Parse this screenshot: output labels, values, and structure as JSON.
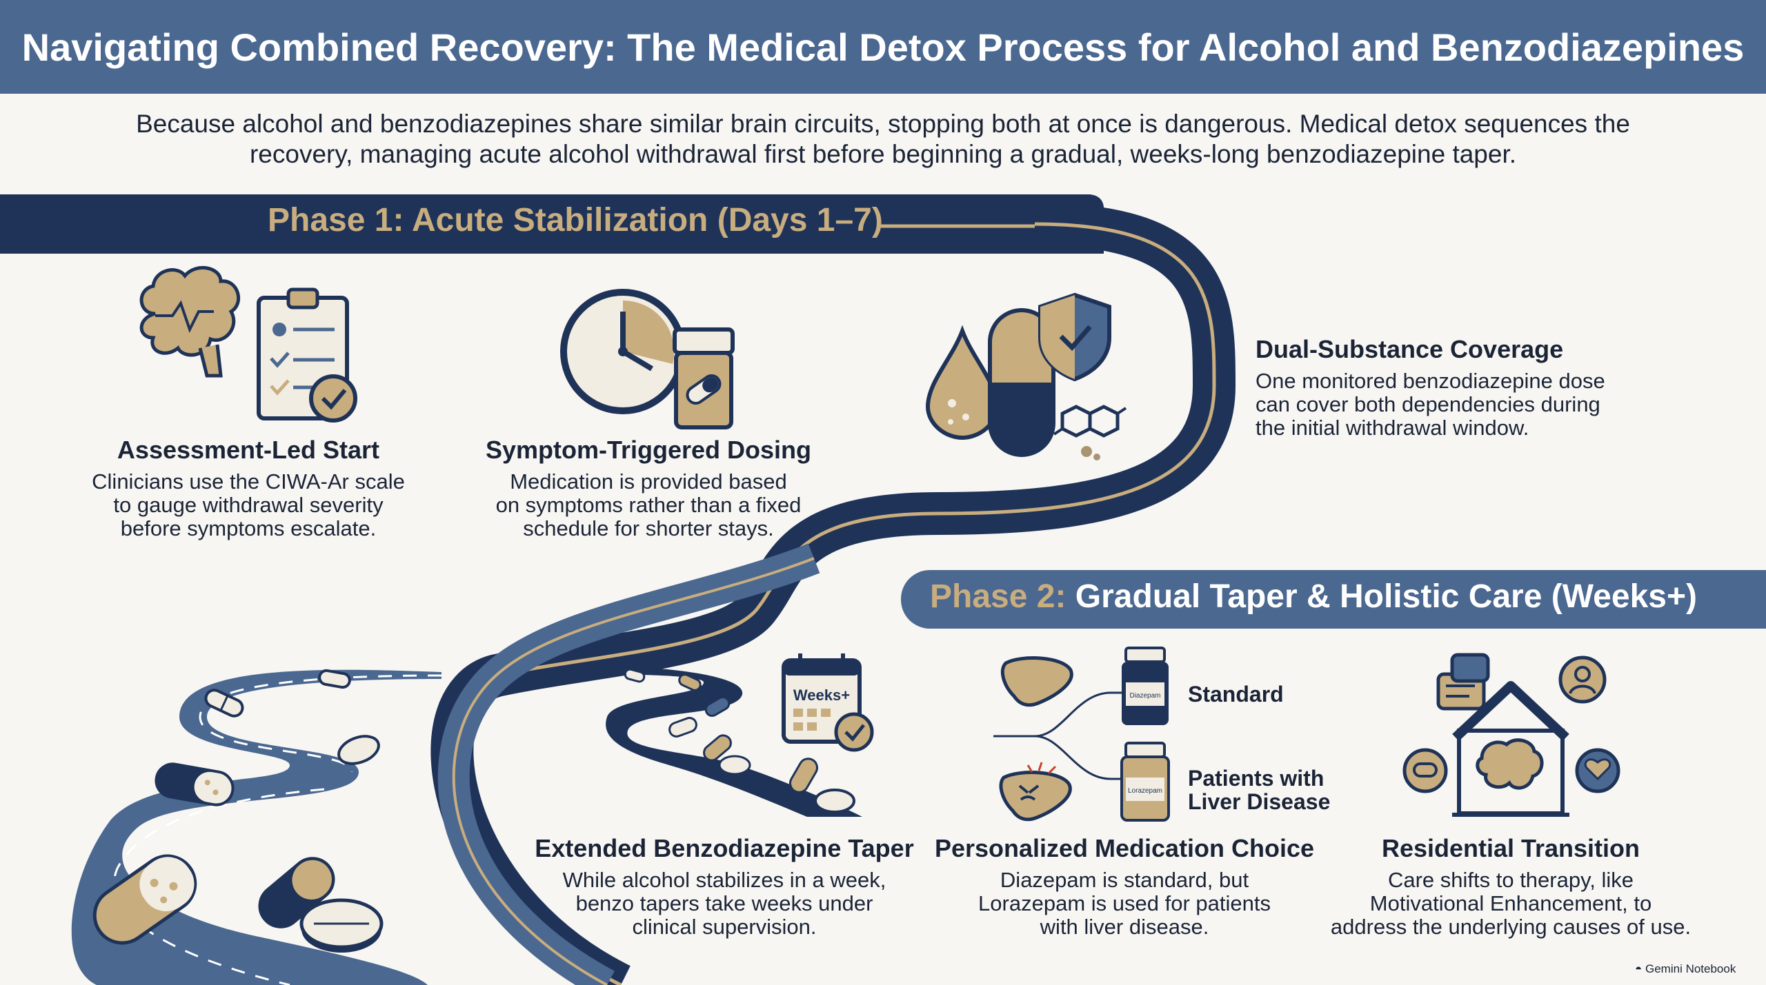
{
  "header": {
    "title": "Navigating Combined Recovery: The Medical Detox Process for Alcohol and Benzodiazepines"
  },
  "intro": {
    "line1": "Because alcohol and benzodiazepines share similar brain circuits, stopping both at once is dangerous. Medical detox sequences the",
    "line2": "recovery, managing acute alcohol withdrawal first before beginning a gradual, weeks-long benzodiazepine taper."
  },
  "phase1": {
    "title": "Phase 1: Acute Stabilization (Days 1–7)",
    "items": [
      {
        "title": "Assessment-Led Start",
        "lines": [
          "Clinicians use the CIWA-Ar scale",
          "to gauge withdrawal severity",
          "before symptoms escalate."
        ]
      },
      {
        "title": "Symptom-Triggered Dosing",
        "lines": [
          "Medication is provided based",
          "on symptoms rather than a fixed",
          "schedule for shorter stays."
        ]
      },
      {
        "title": "Dual-Substance Coverage",
        "lines": [
          "One monitored benzodiazepine dose",
          "can cover both dependencies during",
          "the initial withdrawal window."
        ]
      }
    ]
  },
  "phase2": {
    "title_highlight": "Phase 2:",
    "title_rest": "Gradual Taper & Holistic Care (Weeks+)",
    "items": [
      {
        "title": "Extended Benzodiazepine Taper",
        "lines": [
          "While alcohol stabilizes in a week,",
          "benzo tapers take weeks under",
          "clinical supervision."
        ]
      },
      {
        "title": "Personalized Medication Choice",
        "lines": [
          "Diazepam is standard, but",
          "Lorazepam is used for patients",
          "with liver disease."
        ]
      },
      {
        "title": "Residential Transition",
        "lines": [
          "Care shifts to therapy, like",
          "Motivational Enhancement, to",
          "address the underlying causes of use."
        ]
      }
    ]
  },
  "icons": {
    "calendar_label": "Weeks+",
    "bottle1_label": "Diazepam",
    "bottle2_label": "Lorazepam",
    "med_option_standard": "Standard",
    "med_option_liver_1": "Patients with",
    "med_option_liver_2": "Liver Disease"
  },
  "footer": {
    "credit": "Gemini Notebook"
  },
  "colors": {
    "navy": "#1f3358",
    "slate": "#4b6890",
    "gold": "#c8ad7f",
    "background": "#f7f6f3"
  }
}
